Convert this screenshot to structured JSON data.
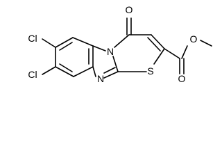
{
  "molecule": {
    "atom_labels": {
      "chlorine_top": "Cl",
      "chlorine_bottom": "Cl",
      "nitrogen_bridgehead": "N",
      "nitrogen_imidazole": "N",
      "sulfur": "S",
      "oxygen_ketone": "O",
      "oxygen_carbonyl": "O",
      "oxygen_ester": "O"
    }
  }
}
